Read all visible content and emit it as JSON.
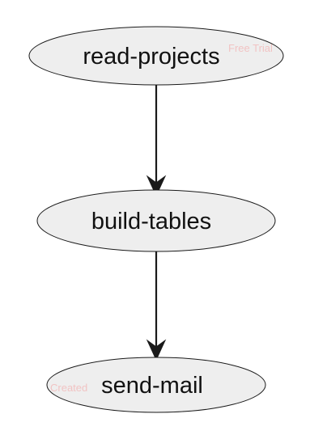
{
  "diagram": {
    "nodes": [
      {
        "id": "read-projects",
        "label": "read-projects"
      },
      {
        "id": "build-tables",
        "label": "build-tables"
      },
      {
        "id": "send-mail",
        "label": "send-mail"
      }
    ],
    "edges": [
      {
        "from": "read-projects",
        "to": "build-tables"
      },
      {
        "from": "build-tables",
        "to": "send-mail"
      }
    ],
    "watermarks": {
      "top": "Free Trial",
      "bottom": "Created"
    },
    "colors": {
      "node_fill": "#eeeeee",
      "node_stroke": "#1a1a1a",
      "edge": "#1a1a1a",
      "watermark": "#f2b5b5"
    }
  }
}
